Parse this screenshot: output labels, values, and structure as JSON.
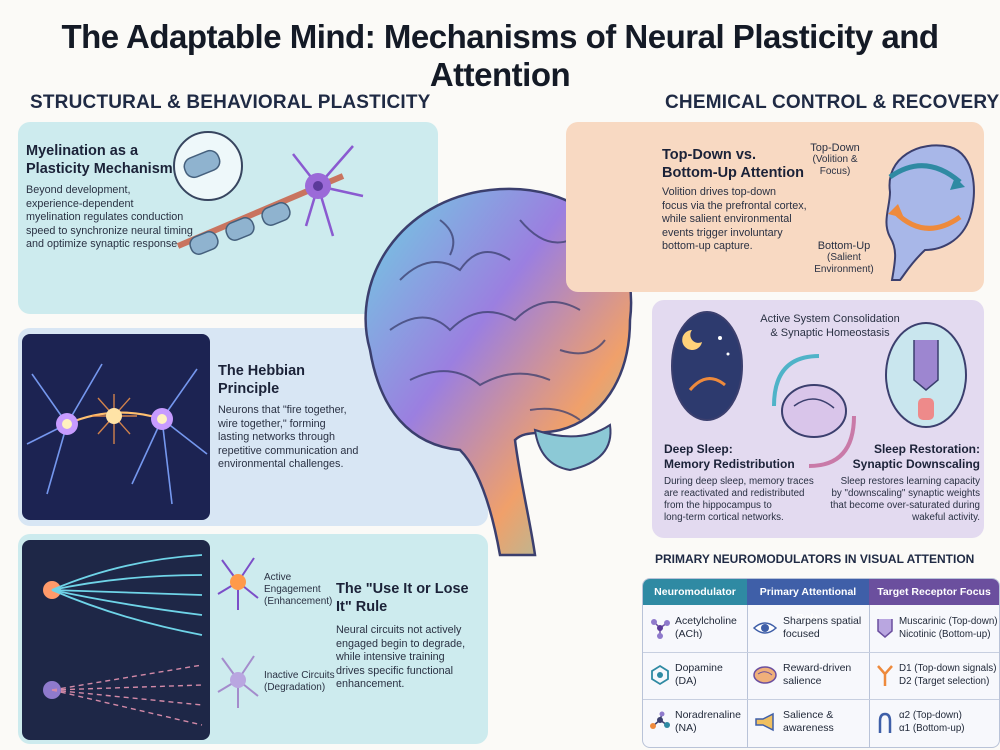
{
  "title": "The Adaptable Mind: Mechanisms of Neural Plasticity and Attention",
  "sections": {
    "left": "STRUCTURAL & BEHAVIORAL PLASTICITY",
    "right": "CHEMICAL CONTROL & RECOVERY"
  },
  "myelination": {
    "title_l1": "Myelination as a",
    "title_l2": "Plasticity Mechanism",
    "body": [
      "Beyond development,",
      "experience-dependent",
      "myelination regulates conduction",
      "speed to synchronize neural timing",
      "and optimize synaptic response."
    ]
  },
  "hebbian": {
    "title_l1": "The Hebbian",
    "title_l2": "Principle",
    "body": [
      "Neurons that \"fire together,",
      "wire together,\" forming",
      "lasting networks through",
      "repetitive communication and",
      "environmental challenges."
    ]
  },
  "useit": {
    "active_label": [
      "Active",
      "Engagement",
      "(Enhancement)"
    ],
    "inactive_label": [
      "Inactive Circuits",
      "(Degradation)"
    ],
    "title_l1": "The \"Use It or Lose",
    "title_l2": "It\" Rule",
    "body": [
      "Neural circuits not actively",
      "engaged begin to degrade,",
      "while intensive training",
      "drives specific functional",
      "enhancement."
    ]
  },
  "attention": {
    "title_l1": "Top-Down vs.",
    "title_l2": "Bottom-Up Attention",
    "body": [
      "Volition drives top-down",
      "focus via the prefrontal cortex,",
      "while salient environmental",
      "events trigger involuntary",
      "bottom-up capture."
    ],
    "top_label": [
      "Top-Down",
      "(Volition &",
      "Focus)"
    ],
    "bottom_label": [
      "Bottom-Up",
      "(Salient Environment)"
    ]
  },
  "sleep": {
    "header_l1": "Active System Consolidation",
    "header_l2": "& Synaptic Homeostasis",
    "deep_title": [
      "Deep Sleep:",
      "Memory Redistribution"
    ],
    "deep_body": [
      "During deep sleep, memory traces",
      "are reactivated and redistributed",
      "from the hippocampus to",
      "long-term cortical networks."
    ],
    "restore_title": [
      "Sleep Restoration:",
      "Synaptic Downscaling"
    ],
    "restore_body": [
      "Sleep restores learning capacity",
      "by \"downscaling\" synaptic weights",
      "that become over-saturated during",
      "wakeful activity."
    ]
  },
  "table": {
    "title": "PRIMARY NEUROMODULATORS IN VISUAL ATTENTION",
    "headers": [
      "Neuromodulator",
      "Primary Attentional Role",
      "Target Receptor Focus"
    ],
    "rows": [
      {
        "mod": [
          "Acetylcholine",
          "(ACh)"
        ],
        "role": [
          "Sharpens spatial",
          "focused"
        ],
        "target": [
          "Muscarinic (Top-down)",
          "Nicotinic (Bottom-up)"
        ]
      },
      {
        "mod": [
          "Dopamine",
          "(DA)"
        ],
        "role": [
          "Reward-driven",
          "salience"
        ],
        "target": [
          "D1 (Top-down signals)",
          "D2 (Target selection)"
        ]
      },
      {
        "mod": [
          "Noradrenaline",
          "(NA)"
        ],
        "role": [
          "Salience &",
          "awareness"
        ],
        "target": [
          "α2 (Top-down)",
          "α1 (Bottom-up)"
        ]
      }
    ]
  },
  "colors": {
    "teal_panel": "#cdebee",
    "blue_panel": "#d8e6f4",
    "peach_panel": "#f8d9c2",
    "lavender_panel": "#e3daf0",
    "header_teal": "#2f8aa3",
    "header_blue": "#3f5fa8",
    "header_purple": "#6b4f9e"
  }
}
